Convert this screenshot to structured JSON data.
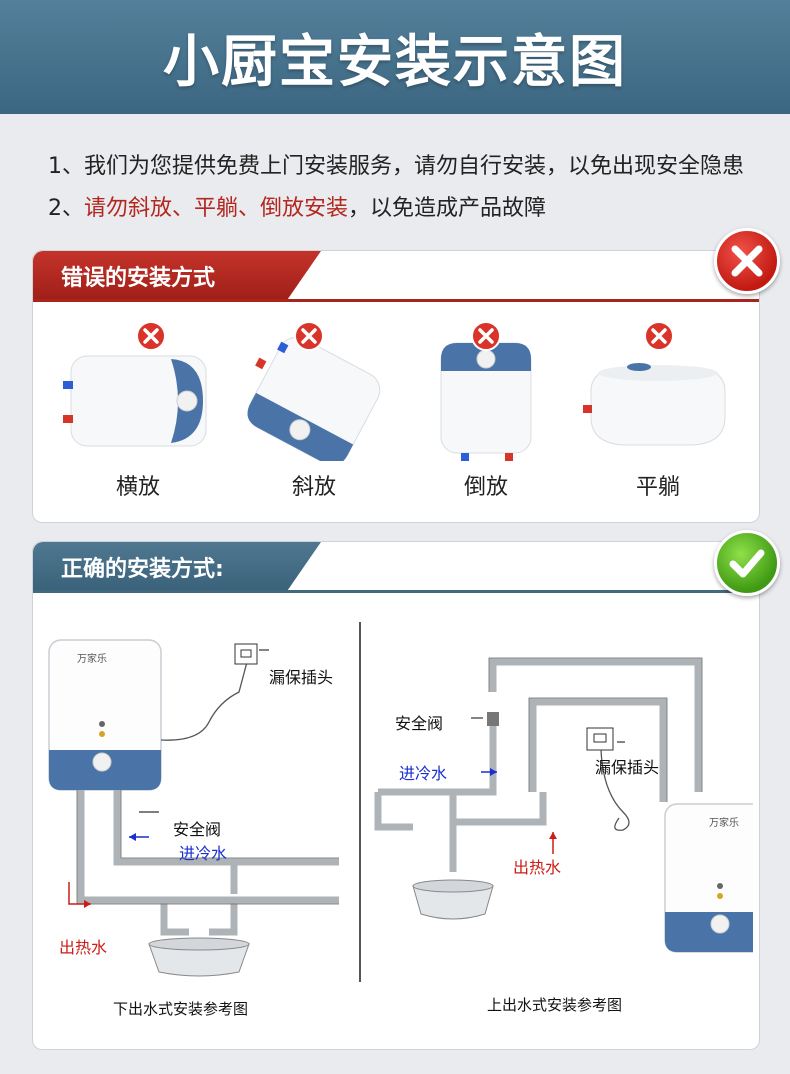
{
  "title": "小厨宝安装示意图",
  "notes": {
    "line1": "1、我们为您提供免费上门安装服务，请勿自行安装，以免出现安全隐患",
    "line2_prefix": "2、",
    "line2_red": "请勿斜放、平躺、倒放安装",
    "line2_suffix": "，以免造成产品故障"
  },
  "wrong_section": {
    "heading": "错误的安装方式",
    "items": [
      {
        "label": "横放",
        "icon": "x-mark-icon"
      },
      {
        "label": "斜放",
        "icon": "x-mark-icon"
      },
      {
        "label": "倒放",
        "icon": "x-mark-icon"
      },
      {
        "label": "平躺",
        "icon": "x-mark-icon"
      }
    ],
    "badge_icon": "x-mark-icon",
    "accent": "#b3271f"
  },
  "right_section": {
    "heading": "正确的安装方式:",
    "badge_icon": "check-mark-icon",
    "accent": "#43697f",
    "heater_brand": "万家乐",
    "bottom": {
      "leakage_plug": "漏保插头",
      "safety_valve": "安全阀",
      "cold_in": "进冷水",
      "hot_out": "出热水",
      "caption": "下出水式安装参考图"
    },
    "top": {
      "safety_valve": "安全阀",
      "cold_in": "进冷水",
      "leakage_plug": "漏保插头",
      "hot_out": "出热水",
      "caption": "上出水式安装参考图"
    }
  }
}
